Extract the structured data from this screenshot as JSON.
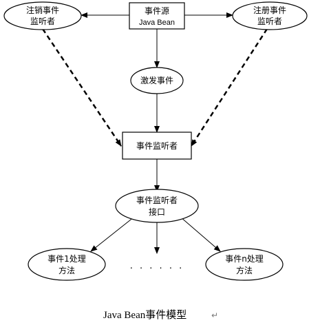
{
  "diagram": {
    "source_box": {
      "line1": "事件源",
      "line2": "Java Bean"
    },
    "unregister_ellipse": {
      "line1": "注销事件",
      "line2": "监听者"
    },
    "register_ellipse": {
      "line1": "注册事件",
      "line2": "监听者"
    },
    "fire_ellipse": {
      "label": "激发事件"
    },
    "listener_box": {
      "label": "事件监听者"
    },
    "interface_ellipse": {
      "line1": "事件监听者",
      "line2": "接口"
    },
    "handler1_ellipse": {
      "line1": "事件1处理",
      "line2": "方法"
    },
    "handlern_ellipse": {
      "line1": "事件n处理",
      "line2": "方法"
    },
    "ellipsis": ". . . . . .",
    "caption": "Java Bean事件模型",
    "return_mark": "↵"
  }
}
